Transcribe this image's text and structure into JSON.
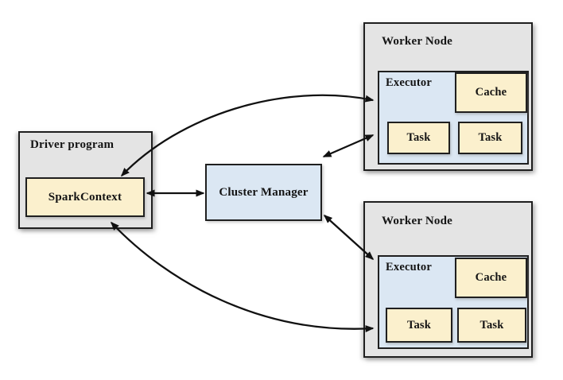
{
  "colors": {
    "background": "#ffffff",
    "node_fill": "#e4e4e4",
    "panel_blue": "#dbe7f3",
    "box_cream": "#fbf0cd",
    "border_dark": "#1f1f1f",
    "arrow": "#111111",
    "text": "#141414"
  },
  "driver": {
    "label": "Driver program",
    "spark_context": "SparkContext"
  },
  "cluster_manager": {
    "label": "Cluster Manager"
  },
  "workers": [
    {
      "label": "Worker Node",
      "executor": "Executor",
      "cache": "Cache",
      "tasks": [
        "Task",
        "Task"
      ]
    },
    {
      "label": "Worker Node",
      "executor": "Executor",
      "cache": "Cache",
      "tasks": [
        "Task",
        "Task"
      ]
    }
  ],
  "connections": [
    {
      "from": "SparkContext",
      "to": "Worker Node top Executor",
      "style": "curved",
      "direction": "bidirectional"
    },
    {
      "from": "SparkContext",
      "to": "Cluster Manager",
      "style": "straight",
      "direction": "bidirectional"
    },
    {
      "from": "Cluster Manager",
      "to": "Worker Node top",
      "style": "straight",
      "direction": "bidirectional"
    },
    {
      "from": "Cluster Manager",
      "to": "Worker Node bottom",
      "style": "straight",
      "direction": "bidirectional"
    },
    {
      "from": "SparkContext",
      "to": "Worker Node bottom Executor",
      "style": "curved",
      "direction": "bidirectional"
    }
  ]
}
